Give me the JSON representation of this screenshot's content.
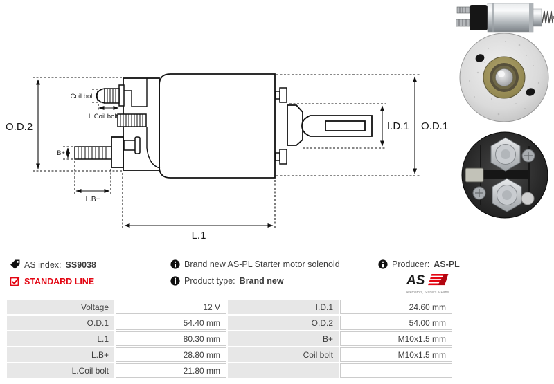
{
  "diagram": {
    "labels": {
      "od2": "O.D.2",
      "coil_bolt": "Coil bolt",
      "l_coil_bolt": "L.Coil bolt",
      "b_plus": "B+",
      "l_b_plus": "L.B+",
      "l1": "L.1",
      "id1": "I.D.1",
      "od1": "O.D.1"
    }
  },
  "info": {
    "as_index_label": "AS index:",
    "as_index_value": "SS9038",
    "standard_line": "STANDARD LINE",
    "description": "Brand new AS-PL Starter motor solenoid",
    "product_type_label": "Product type:",
    "product_type_value": "Brand new",
    "producer_label": "Producer:",
    "producer_value": "AS-PL"
  },
  "logo": {
    "text": "AS",
    "caption": "Alternators, Starters & Parts"
  },
  "specs": {
    "left": [
      {
        "label": "Voltage",
        "value": "12 V"
      },
      {
        "label": "O.D.1",
        "value": "54.40 mm"
      },
      {
        "label": "L.1",
        "value": "80.30 mm"
      },
      {
        "label": "L.B+",
        "value": "28.80 mm"
      },
      {
        "label": "L.Coil bolt",
        "value": "21.80 mm"
      }
    ],
    "right": [
      {
        "label": "I.D.1",
        "value": "24.60 mm"
      },
      {
        "label": "O.D.2",
        "value": "54.00 mm"
      },
      {
        "label": "B+",
        "value": "M10x1.5 mm"
      },
      {
        "label": "Coil bolt",
        "value": "M10x1.5 mm"
      },
      {
        "label": "",
        "value": ""
      }
    ]
  },
  "colors": {
    "accent_red": "#e30613",
    "table_label_bg": "#e7e7e7",
    "table_border": "#cccccc",
    "text": "#3f3f3f"
  }
}
